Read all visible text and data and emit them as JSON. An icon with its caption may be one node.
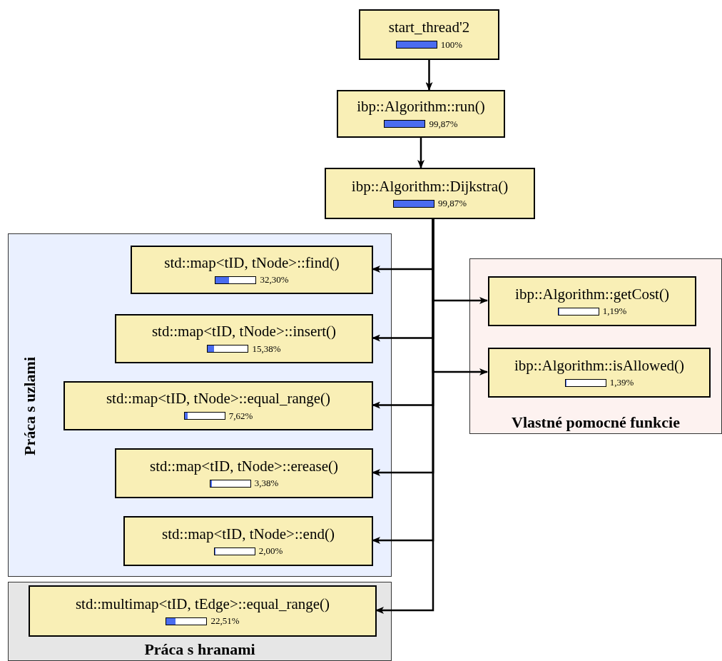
{
  "diagram": {
    "nodes": [
      {
        "text": [
          "start_thread'2",
          "100%"
        ]
      },
      {
        "text": [
          "ibp::Algorithm::run()",
          "99,87%"
        ]
      },
      {
        "text": [
          "ibp::Algorithm::Dijkstra()",
          "99,87%"
        ]
      },
      {
        "text": [
          "Práca s uzlami"
        ]
      },
      {
        "text": [
          "std::map<tID, tNode>::find()",
          "32,30%"
        ],
        "in": 3
      },
      {
        "text": [
          "std::map<tID, tNode>::insert()",
          "15,38%"
        ],
        "in": 3
      },
      {
        "text": [
          "std::map<tID, tNode>::equal_range()",
          "7,62%"
        ],
        "in": 3
      },
      {
        "text": [
          "std::map<tID, tNode>::erease()",
          "3,38%"
        ],
        "in": 3
      },
      {
        "text": [
          "std::map<tID, tNode>::end()",
          "2,00%"
        ],
        "in": 3
      },
      {
        "text": [
          "Vlastné pomocné funkcie"
        ]
      },
      {
        "text": [
          "ibp::Algorithm::getCost()",
          "1,19%"
        ],
        "in": 9
      },
      {
        "text": [
          "ibp::Algorithm::isAllowed()",
          "1,39%"
        ],
        "in": 9
      },
      {
        "text": [
          "Práca s hranami"
        ]
      },
      {
        "text": [
          "std::multimap<tID, tEdge>::equal_range()",
          "22,51%"
        ],
        "in": 12
      }
    ],
    "edges": [
      {
        "from": 0,
        "to": 1,
        "arrow": "to"
      },
      {
        "from": 1,
        "to": 2,
        "arrow": "to"
      },
      {
        "from": 2,
        "to": 4,
        "arrow": "to"
      },
      {
        "from": 2,
        "to": 5,
        "arrow": "to"
      },
      {
        "from": 2,
        "to": 6,
        "arrow": "to"
      },
      {
        "from": 2,
        "to": 7,
        "arrow": "to"
      },
      {
        "from": 2,
        "to": 8,
        "arrow": "to"
      },
      {
        "from": 2,
        "to": 10,
        "arrow": "to"
      },
      {
        "from": 2,
        "to": 11,
        "arrow": "to"
      },
      {
        "from": 2,
        "to": 13,
        "arrow": "to"
      }
    ]
  }
}
